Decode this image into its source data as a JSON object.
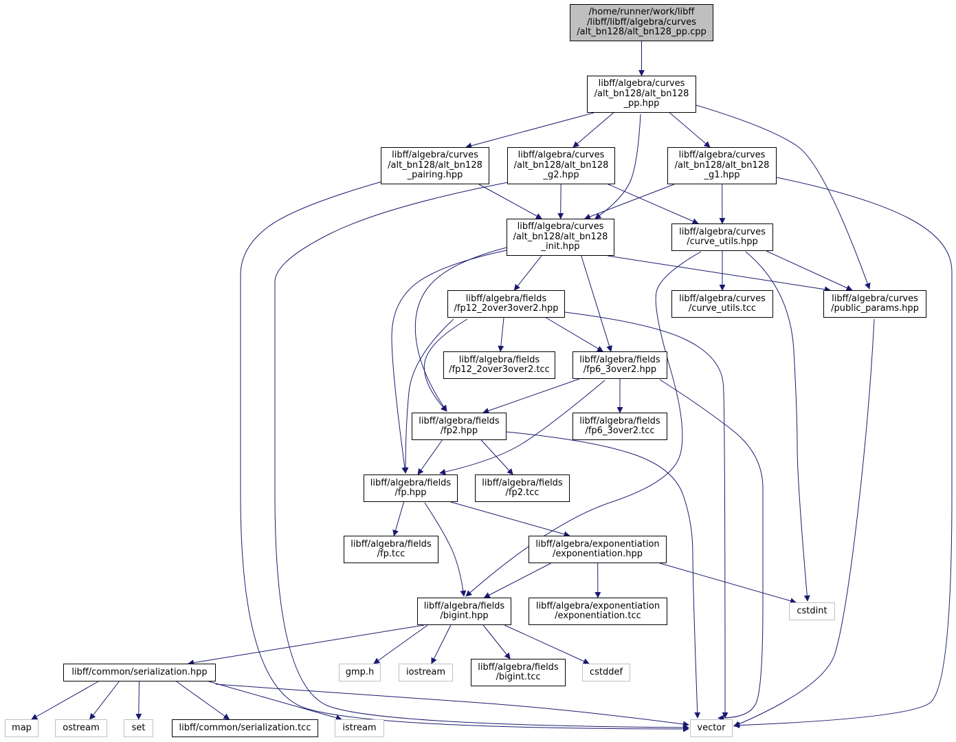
{
  "colors": {
    "edge": "#191970",
    "root_fill": "#bfbfbf",
    "node_border": "#000000",
    "external_border": "#bfbfbf"
  },
  "nodes": [
    {
      "id": "root",
      "label": "/home/runner/work/libff\n/libff/libff/algebra/curves\n/alt_bn128/alt_bn128_pp.cpp",
      "kind": "root"
    },
    {
      "id": "pp_hpp",
      "label": "libff/algebra/curves\n/alt_bn128/alt_bn128\n_pp.hpp",
      "kind": "file"
    },
    {
      "id": "pairing_hpp",
      "label": "libff/algebra/curves\n/alt_bn128/alt_bn128\n_pairing.hpp",
      "kind": "file"
    },
    {
      "id": "g2_hpp",
      "label": "libff/algebra/curves\n/alt_bn128/alt_bn128\n_g2.hpp",
      "kind": "file"
    },
    {
      "id": "g1_hpp",
      "label": "libff/algebra/curves\n/alt_bn128/alt_bn128\n_g1.hpp",
      "kind": "file"
    },
    {
      "id": "init_hpp",
      "label": "libff/algebra/curves\n/alt_bn128/alt_bn128\n_init.hpp",
      "kind": "file"
    },
    {
      "id": "curve_utils_hpp",
      "label": "libff/algebra/curves\n/curve_utils.hpp",
      "kind": "file"
    },
    {
      "id": "curve_utils_tcc",
      "label": "libff/algebra/curves\n/curve_utils.tcc",
      "kind": "file"
    },
    {
      "id": "public_params",
      "label": "libff/algebra/curves\n/public_params.hpp",
      "kind": "file"
    },
    {
      "id": "fp12_hpp",
      "label": "libff/algebra/fields\n/fp12_2over3over2.hpp",
      "kind": "file"
    },
    {
      "id": "fp12_tcc",
      "label": "libff/algebra/fields\n/fp12_2over3over2.tcc",
      "kind": "file"
    },
    {
      "id": "fp6_hpp",
      "label": "libff/algebra/fields\n/fp6_3over2.hpp",
      "kind": "file"
    },
    {
      "id": "fp2_hpp",
      "label": "libff/algebra/fields\n/fp2.hpp",
      "kind": "file"
    },
    {
      "id": "fp6_tcc",
      "label": "libff/algebra/fields\n/fp6_3over2.tcc",
      "kind": "file"
    },
    {
      "id": "fp_hpp",
      "label": "libff/algebra/fields\n/fp.hpp",
      "kind": "file"
    },
    {
      "id": "fp2_tcc",
      "label": "libff/algebra/fields\n/fp2.tcc",
      "kind": "file"
    },
    {
      "id": "fp_tcc",
      "label": "libff/algebra/fields\n/fp.tcc",
      "kind": "file"
    },
    {
      "id": "exp_hpp",
      "label": "libff/algebra/exponentiation\n/exponentiation.hpp",
      "kind": "file"
    },
    {
      "id": "bigint_hpp",
      "label": "libff/algebra/fields\n/bigint.hpp",
      "kind": "file"
    },
    {
      "id": "exp_tcc",
      "label": "libff/algebra/exponentiation\n/exponentiation.tcc",
      "kind": "file"
    },
    {
      "id": "cstdint",
      "label": "cstdint",
      "kind": "external"
    },
    {
      "id": "serialization_hpp",
      "label": "libff/common/serialization.hpp",
      "kind": "file"
    },
    {
      "id": "gmp",
      "label": "gmp.h",
      "kind": "external"
    },
    {
      "id": "iostream",
      "label": "iostream",
      "kind": "external"
    },
    {
      "id": "bigint_tcc",
      "label": "libff/algebra/fields\n/bigint.tcc",
      "kind": "file"
    },
    {
      "id": "cstddef",
      "label": "cstddef",
      "kind": "external"
    },
    {
      "id": "map",
      "label": "map",
      "kind": "external"
    },
    {
      "id": "ostream",
      "label": "ostream",
      "kind": "external"
    },
    {
      "id": "set",
      "label": "set",
      "kind": "external"
    },
    {
      "id": "serialization_tcc",
      "label": "libff/common/serialization.tcc",
      "kind": "file"
    },
    {
      "id": "istream",
      "label": "istream",
      "kind": "external"
    },
    {
      "id": "vector",
      "label": "vector",
      "kind": "external"
    }
  ],
  "edges": [
    [
      "root",
      "pp_hpp"
    ],
    [
      "pp_hpp",
      "pairing_hpp"
    ],
    [
      "pp_hpp",
      "g2_hpp"
    ],
    [
      "pp_hpp",
      "init_hpp"
    ],
    [
      "pp_hpp",
      "g1_hpp"
    ],
    [
      "pp_hpp",
      "public_params"
    ],
    [
      "pairing_hpp",
      "init_hpp"
    ],
    [
      "pairing_hpp",
      "vector"
    ],
    [
      "g2_hpp",
      "init_hpp"
    ],
    [
      "g2_hpp",
      "curve_utils_hpp"
    ],
    [
      "g2_hpp",
      "vector"
    ],
    [
      "g1_hpp",
      "init_hpp"
    ],
    [
      "g1_hpp",
      "curve_utils_hpp"
    ],
    [
      "g1_hpp",
      "vector"
    ],
    [
      "init_hpp",
      "fp12_hpp"
    ],
    [
      "init_hpp",
      "fp6_hpp"
    ],
    [
      "init_hpp",
      "fp2_hpp"
    ],
    [
      "init_hpp",
      "fp_hpp"
    ],
    [
      "init_hpp",
      "public_params"
    ],
    [
      "curve_utils_hpp",
      "curve_utils_tcc"
    ],
    [
      "curve_utils_hpp",
      "public_params"
    ],
    [
      "curve_utils_hpp",
      "bigint_hpp"
    ],
    [
      "curve_utils_hpp",
      "cstdint"
    ],
    [
      "public_params",
      "vector"
    ],
    [
      "fp12_hpp",
      "fp12_tcc"
    ],
    [
      "fp12_hpp",
      "fp6_hpp"
    ],
    [
      "fp12_hpp",
      "fp2_hpp"
    ],
    [
      "fp12_hpp",
      "fp_hpp"
    ],
    [
      "fp12_hpp",
      "vector"
    ],
    [
      "fp6_hpp",
      "fp6_tcc"
    ],
    [
      "fp6_hpp",
      "fp2_hpp"
    ],
    [
      "fp6_hpp",
      "fp_hpp"
    ],
    [
      "fp6_hpp",
      "vector"
    ],
    [
      "fp2_hpp",
      "fp_hpp"
    ],
    [
      "fp2_hpp",
      "fp2_tcc"
    ],
    [
      "fp2_hpp",
      "vector"
    ],
    [
      "fp_hpp",
      "fp_tcc"
    ],
    [
      "fp_hpp",
      "exp_hpp"
    ],
    [
      "fp_hpp",
      "bigint_hpp"
    ],
    [
      "exp_hpp",
      "bigint_hpp"
    ],
    [
      "exp_hpp",
      "exp_tcc"
    ],
    [
      "exp_hpp",
      "cstdint"
    ],
    [
      "bigint_hpp",
      "serialization_hpp"
    ],
    [
      "bigint_hpp",
      "gmp"
    ],
    [
      "bigint_hpp",
      "iostream"
    ],
    [
      "bigint_hpp",
      "bigint_tcc"
    ],
    [
      "bigint_hpp",
      "cstddef"
    ],
    [
      "serialization_hpp",
      "map"
    ],
    [
      "serialization_hpp",
      "ostream"
    ],
    [
      "serialization_hpp",
      "set"
    ],
    [
      "serialization_hpp",
      "serialization_tcc"
    ],
    [
      "serialization_hpp",
      "istream"
    ],
    [
      "serialization_hpp",
      "vector"
    ]
  ]
}
